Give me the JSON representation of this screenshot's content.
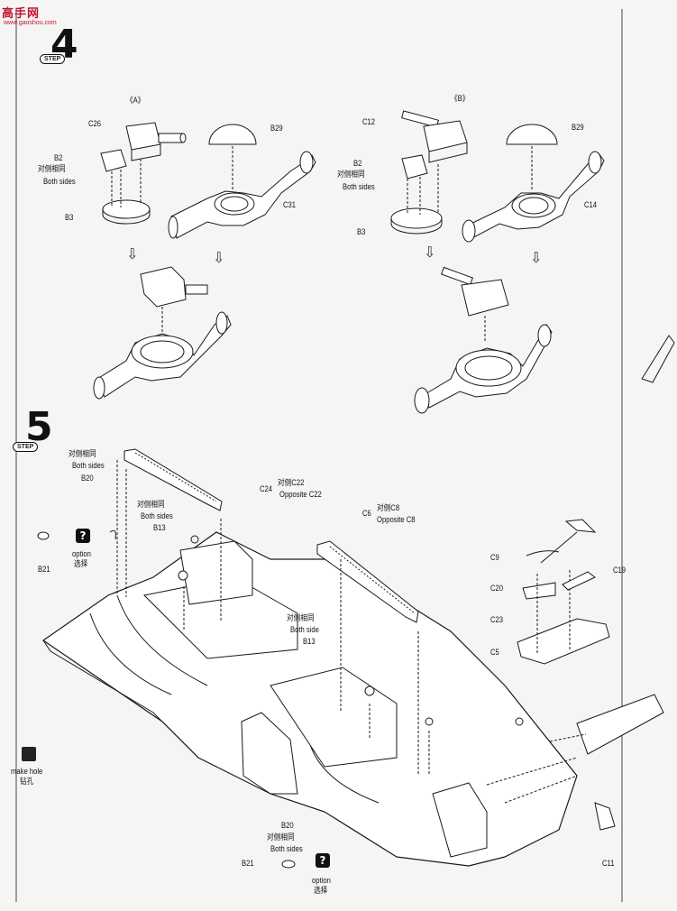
{
  "watermark": {
    "text": "高手网",
    "sub": "www.gaoshou.com"
  },
  "step4": {
    "number": "4",
    "tag": "STEP",
    "variant_a": "《A》",
    "variant_b": "《B》",
    "a_labels": {
      "c26": "C26",
      "b29": "B29",
      "b2": "B2",
      "both_cn": "对侧相同",
      "both_en": "Both sides",
      "b3": "B3",
      "c31": "C31"
    },
    "b_labels": {
      "c12": "C12",
      "b29": "B29",
      "b2": "B2",
      "both_cn": "对侧相同",
      "both_en": "Both sides",
      "b3": "B3",
      "c14": "C14"
    }
  },
  "step5": {
    "number": "5",
    "tag": "STEP",
    "left_both_cn": "对侧相同",
    "left_both_en": "Both sides",
    "b20": "B20",
    "mid_both_cn": "对侧相同",
    "mid_both_en": "Both sides",
    "b13": "B13",
    "c24": "C24",
    "c24_opp_cn": "对侧C22",
    "c24_opp_en": "Opposite C22",
    "c6": "C6",
    "c6_opp_cn": "对侧C8",
    "c6_opp_en": "Opposite C8",
    "b21_left": "B21",
    "option_left_en": "option",
    "option_left_cn": "选择",
    "center_both_cn": "对侧相同",
    "center_both_en": "Both side",
    "b13_center": "B13",
    "make_hole_en": "make hole",
    "make_hole_cn": "钻孔",
    "bottom_b20": "B20",
    "bottom_both_cn": "对侧相同",
    "bottom_both_en": "Both sides",
    "bottom_b21": "B21",
    "option_bottom_en": "option",
    "option_bottom_cn": "选择",
    "c9": "C9",
    "c19": "C19",
    "c20": "C20",
    "c23": "C23",
    "c5": "C5",
    "c11": "C11"
  }
}
